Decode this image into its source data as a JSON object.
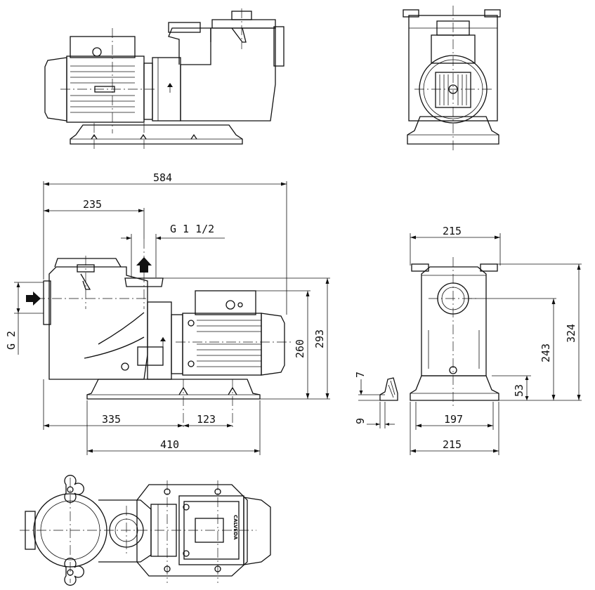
{
  "dimensions": {
    "overall_length": "584",
    "inlet_to_outlet": "235",
    "outlet_thread": "G 1 1/2",
    "inlet_thread": "G 2",
    "motor_height": "260",
    "outlet_height": "293",
    "base_front": "335",
    "base_rear": "123",
    "base_length": "410",
    "side_width_top": "215",
    "inlet_height": "243",
    "overall_height": "324",
    "base_height": "53",
    "foot_7": "7",
    "foot_9": "9",
    "base_inner_width": "197",
    "base_outer_width": "215"
  },
  "branding": {
    "motor_label": "CALVEDA"
  }
}
